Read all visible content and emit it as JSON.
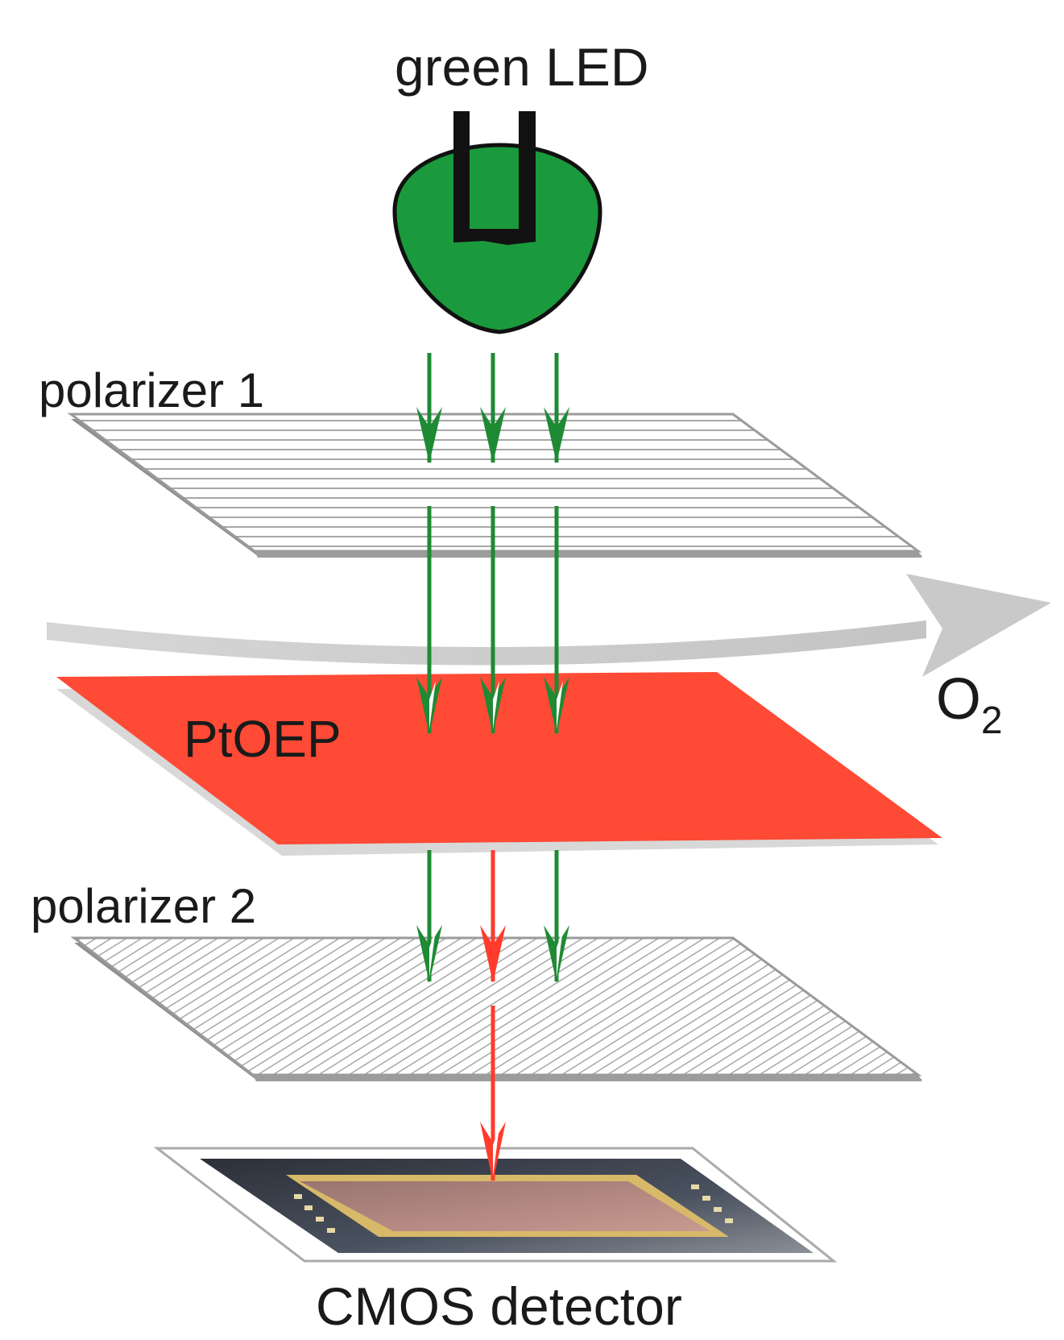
{
  "labels": {
    "light_source": "green LED",
    "polarizer_1": "polarizer 1",
    "sensor_film": "PtOEP",
    "gas_main": "O",
    "gas_subscript": "2",
    "polarizer_2": "polarizer 2",
    "detector": "CMOS detector"
  },
  "colors": {
    "led_green": "#1a9a3c",
    "beam_green": "#1f8a34",
    "beam_red": "#ff3b2b",
    "ptoep_red": "#ff4a35",
    "polarizer_gray": "#9a9a9a",
    "flow_arrow_gray": "#cfcfcf",
    "chip_dark": "#3c4350",
    "chip_gold": "#d8b96a"
  },
  "icons": {
    "source": "led-icon",
    "flow": "flow-arrow-icon",
    "detector": "cmos-chip-icon"
  }
}
